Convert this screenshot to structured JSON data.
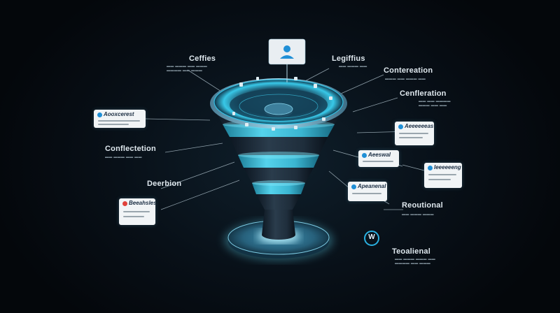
{
  "colors": {
    "background": "#05080d",
    "funnel_cyan": "#3fc3de",
    "funnel_dark": "#1c2c3a",
    "glow": "#58e0ff",
    "card": "#f1f4f6",
    "accent_blue": "#1f8fd6",
    "accent_red": "#e0413a"
  },
  "icons": {
    "user_card": "user-profile-icon",
    "card_dot": "dot-icon",
    "platform_logo": "circle-w-logo-icon"
  },
  "labels": {
    "top_left": "Ceffies",
    "top_right": "Legiffius",
    "upper_right": "Contereation",
    "right_mid": "Cenfleration",
    "left_mid": "Conflectetion",
    "left_low": "Deerbion",
    "lower_right": "Reoutional",
    "bottom_right": "Teoalienal"
  },
  "cards": {
    "left_top": "Aooxcerest",
    "right_a": "Aeeeeeeas",
    "right_b": "Aeeswal",
    "right_c": "Ieeeeeeng",
    "right_d": "Apeanenal",
    "left_bottom": "Beeahsles"
  }
}
